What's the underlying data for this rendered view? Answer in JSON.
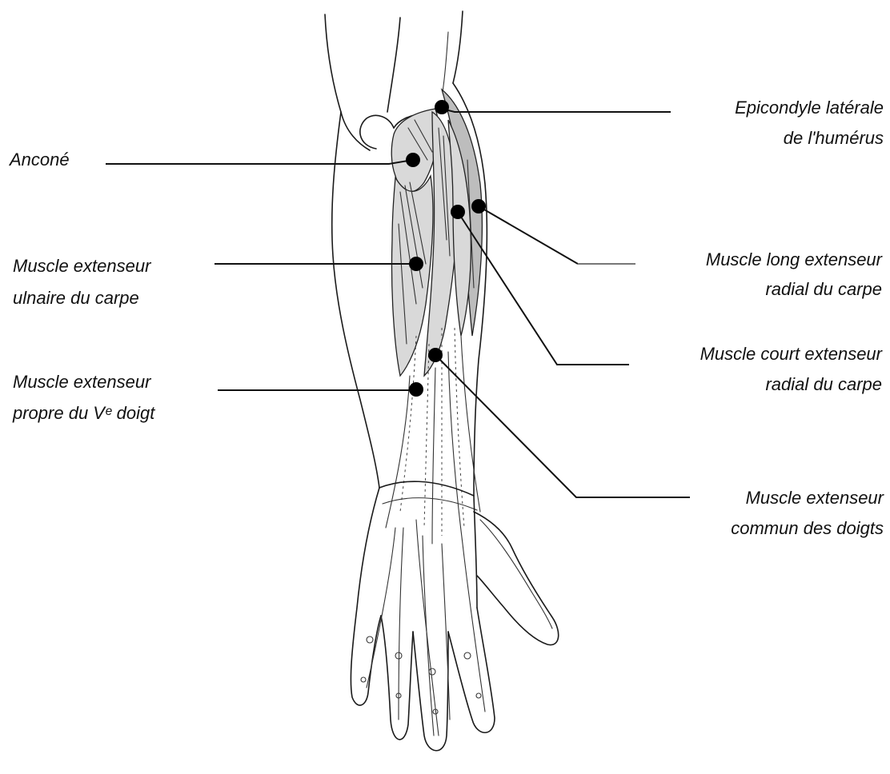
{
  "labels": {
    "epicondyle_line1": "Epicondyle latérale",
    "epicondyle_line2": "de l'humérus",
    "ancone": "Anconé",
    "ecu_line1": "Muscle extenseur",
    "ecu_line2": "ulnaire du carpe",
    "ecrl_line1": "Muscle long extenseur",
    "ecrl_line2": "radial du carpe",
    "ecrb_line1": "Muscle court extenseur",
    "ecrb_line2": "radial du carpe",
    "edm_line1": "Muscle extenseur",
    "edm_line2": "propre du Vᵉ doigt",
    "edc_line1": "Muscle extenseur",
    "edc_line2": "commun des doigts"
  },
  "colors": {
    "line": "#111111",
    "marker": "#000000",
    "background": "#ffffff"
  }
}
